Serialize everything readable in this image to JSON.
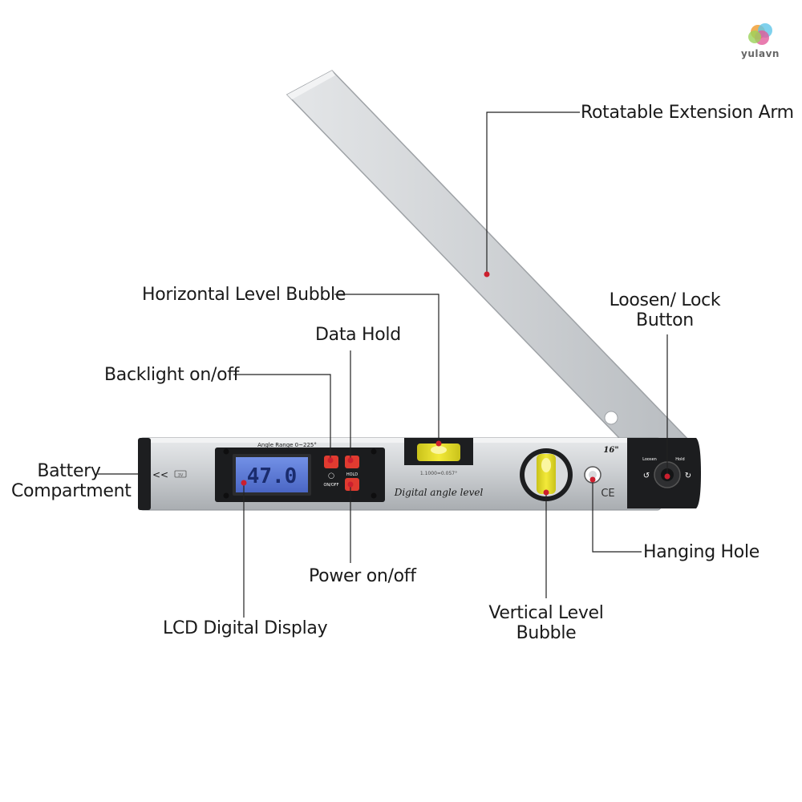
{
  "logo": {
    "text": "yulavn"
  },
  "device": {
    "angle_range": "Angle Range 0~225°",
    "lcd_reading": "47.0",
    "size_label": "16\"",
    "product_label": "Digital angle level",
    "accuracy": "1.1000=0.057°",
    "hold_label": "HOLD",
    "power_label": "ON/OFF",
    "loosen_label": "Loosen",
    "hold_knob_label": "Hold",
    "battery_label": "3V",
    "ce_mark": "CE",
    "battery_arrows": "<<"
  },
  "callouts": {
    "extension_arm": "Rotatable Extension Arm",
    "horizontal_bubble": "Horizontal Level Bubble",
    "data_hold": "Data Hold",
    "backlight": "Backlight on/off",
    "battery_line1": "Battery",
    "battery_line2": "Compartment",
    "loosen_line1": "Loosen/ Lock",
    "loosen_line2": "Button",
    "hanging_hole": "Hanging Hole",
    "power": "Power on/off",
    "lcd": "LCD Digital Display",
    "vertical_line1": "Vertical Level",
    "vertical_line2": "Bubble"
  },
  "colors": {
    "marker": "#cc1f2e",
    "body": "#c6c9cc",
    "lcd": "#5b7bd8",
    "bubble": "#e9e01f",
    "button": "#e03b30"
  }
}
